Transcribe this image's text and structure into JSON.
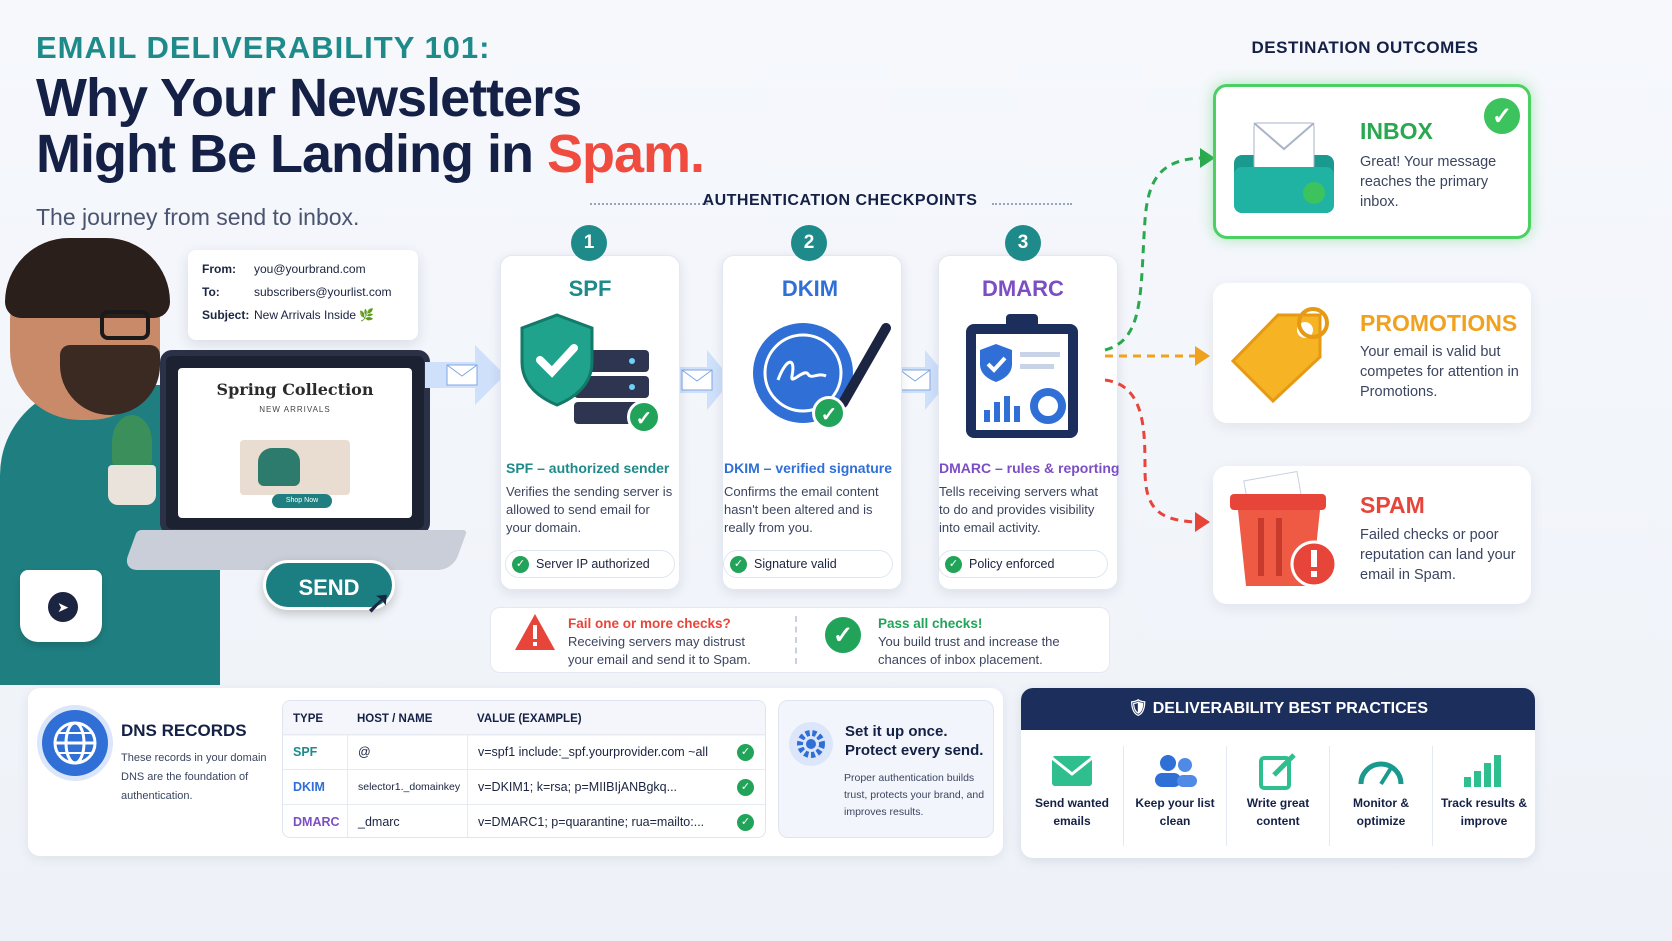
{
  "header": {
    "eyebrow": "EMAIL DELIVERABILITY 101:",
    "title_line1": "Why Your Newsletters",
    "title_line2_prefix": "Might Be Landing in ",
    "title_line2_highlight": "Spam.",
    "subtitle": "The journey from send to inbox."
  },
  "email": {
    "from_label": "From:",
    "from_value": "you@yourbrand.com",
    "to_label": "To:",
    "to_value": "subscribers@yourlist.com",
    "subject_label": "Subject:",
    "subject_value": "New Arrivals Inside 🌿"
  },
  "laptop": {
    "headline": "Spring Collection",
    "subhead": "NEW ARRIVALS",
    "cta": "Shop Now"
  },
  "send_button": "SEND",
  "auth": {
    "section_label": "AUTHENTICATION CHECKPOINTS",
    "checks": [
      {
        "number": "1",
        "name": "SPF",
        "heading": "SPF – authorized sender",
        "description": "Verifies the sending server is allowed to send email for your domain.",
        "status": "Server IP authorized",
        "color": "#1e8a8a"
      },
      {
        "number": "2",
        "name": "DKIM",
        "heading": "DKIM – verified signature",
        "description": "Confirms the email content hasn't been altered and is really from you.",
        "status": "Signature valid",
        "color": "#2f6fd6"
      },
      {
        "number": "3",
        "name": "DMARC",
        "heading": "DMARC – rules & reporting",
        "description": "Tells receiving servers what to do and provides visibility into email activity.",
        "status": "Policy enforced",
        "color": "#7c4ec4"
      }
    ],
    "fail": {
      "title": "Fail one or more checks?",
      "description": "Receiving servers may distrust your email and send it to Spam.",
      "color": "#e8453a"
    },
    "pass": {
      "title": "Pass all checks!",
      "description": "You build trust and increase the chances of inbox placement.",
      "color": "#22a35a"
    }
  },
  "destinations": {
    "label": "DESTINATION OUTCOMES",
    "items": [
      {
        "name": "INBOX",
        "description": "Great! Your message reaches the primary inbox.",
        "color": "#2aa84f"
      },
      {
        "name": "PROMOTIONS",
        "description": "Your email is valid but competes for attention in Promotions.",
        "color": "#f0a21f"
      },
      {
        "name": "SPAM",
        "description": "Failed checks or poor reputation can land your email in Spam.",
        "color": "#e8453a"
      }
    ]
  },
  "dns": {
    "title": "DNS RECORDS",
    "description": "These records in your domain DNS are the foundation of authentication.",
    "columns": [
      "TYPE",
      "HOST / NAME",
      "VALUE (EXAMPLE)"
    ],
    "rows": [
      {
        "type": "SPF",
        "host": "@",
        "value": "v=spf1 include:_spf.yourprovider.com ~all"
      },
      {
        "type": "DKIM",
        "host": "selector1._domainkey",
        "value": "v=DKIM1; k=rsa; p=MIIBIjANBgkq..."
      },
      {
        "type": "DMARC",
        "host": "_dmarc",
        "value": "v=DMARC1; p=quarantine; rua=mailto:..."
      }
    ]
  },
  "setup": {
    "title_line1": "Set it up once.",
    "title_line2": "Protect every send.",
    "description": "Proper authentication builds trust, protects your brand, and improves results."
  },
  "best_practices": {
    "title": "DELIVERABILITY BEST PRACTICES",
    "items": [
      {
        "label_line1": "Send wanted",
        "label_line2": "emails",
        "icon": "envelope-icon"
      },
      {
        "label_line1": "Keep your list",
        "label_line2": "clean",
        "icon": "users-icon"
      },
      {
        "label_line1": "Write great",
        "label_line2": "content",
        "icon": "edit-icon"
      },
      {
        "label_line1": "Monitor &",
        "label_line2": "optimize",
        "icon": "gauge-icon"
      },
      {
        "label_line1": "Track results &",
        "label_line2": "improve",
        "icon": "bar-chart-icon"
      }
    ]
  },
  "colors": {
    "teal": "#1e8a8a",
    "navy": "#142045",
    "spam_red": "#ef4b3f",
    "check_green": "#22a35a"
  }
}
